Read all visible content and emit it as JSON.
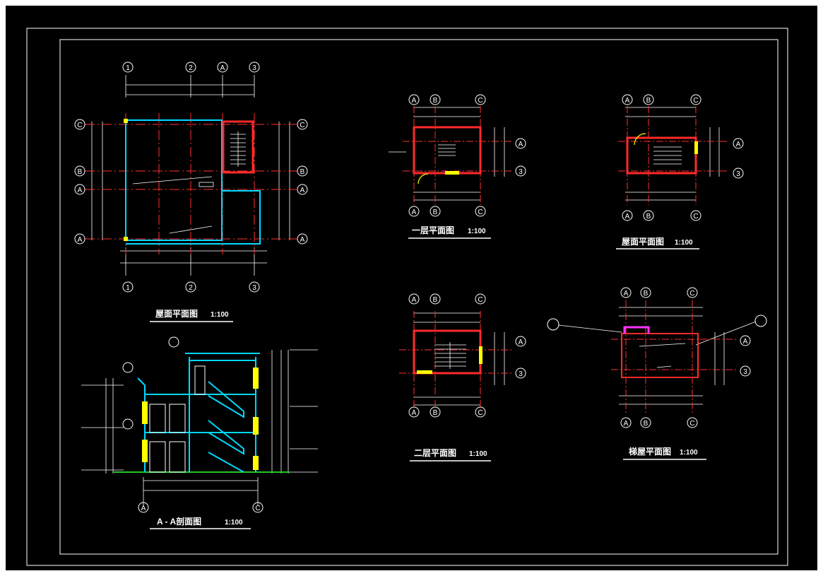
{
  "colors": {
    "background": "#000000",
    "frame": "#ffffff",
    "wall": "#ff2a2a",
    "axis": "#ff3030",
    "window": "#00d8ff",
    "column": "#ffff00",
    "ground": "#27c427",
    "parapet": "#ff33ff",
    "dimension": "#ffffff"
  },
  "roof_plan": {
    "title": "屋面平面图",
    "scale": "1:100",
    "axes_top": [
      "1",
      "2",
      "A",
      "3"
    ],
    "axes_bottom": [
      "1",
      "2",
      "3"
    ],
    "axes_left": [
      "C",
      "B",
      "A",
      "A"
    ],
    "axes_right": [
      "C",
      "B",
      "A",
      "A"
    ]
  },
  "section": {
    "title": "A - A剖面图",
    "scale": "1:100",
    "axes": [
      "A",
      "C"
    ]
  },
  "floor1": {
    "title": "一层平面图",
    "scale": "1:100",
    "axes_top": [
      "A",
      "B",
      "C"
    ],
    "axes_bottom": [
      "A",
      "B",
      "C"
    ],
    "axes_right": [
      "A",
      "3"
    ]
  },
  "floor2": {
    "title": "二层平面图",
    "scale": "1:100",
    "axes_top": [
      "A",
      "B",
      "C"
    ],
    "axes_bottom": [
      "A",
      "B",
      "C"
    ],
    "axes_right": [
      "A",
      "3"
    ]
  },
  "floor_top": {
    "title": "屋面平面图",
    "scale": "1:100",
    "axes_top": [
      "A",
      "B",
      "C"
    ],
    "axes_bottom": [
      "A",
      "B",
      "C"
    ],
    "axes_right": [
      "A",
      "3"
    ]
  },
  "stair_roof": {
    "title": "梯屋平面图",
    "scale": "1:100",
    "axes_top": [
      "A",
      "B",
      "C"
    ],
    "axes_bottom": [
      "A",
      "B",
      "C"
    ],
    "axes_right": [
      "A",
      "3"
    ]
  }
}
